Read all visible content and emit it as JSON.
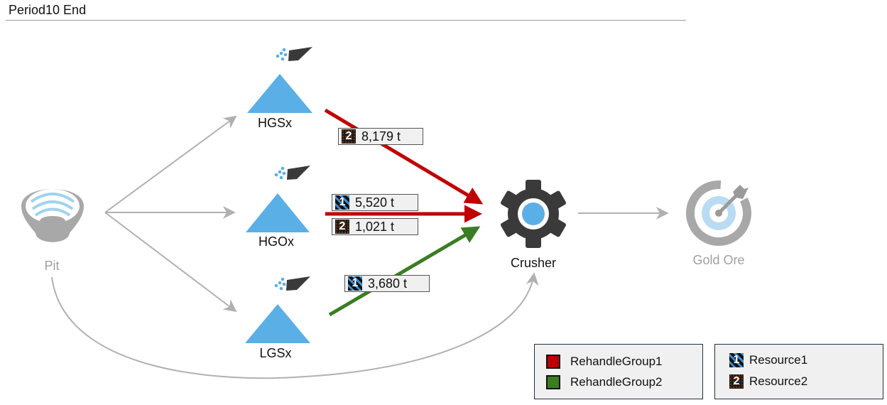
{
  "header": {
    "title": "Period10 End"
  },
  "colors": {
    "rehandle_group1": "#c00000",
    "rehandle_group2": "#3a7d22",
    "stockpile": "#5aafe6",
    "connector": "#b0b0b0",
    "crusher": "#3a3a3a"
  },
  "nodes": {
    "pit": {
      "label": "Pit",
      "icon": "pit-icon"
    },
    "hgsx": {
      "label": "HGSx",
      "icon": "stockpile-icon"
    },
    "hgox": {
      "label": "HGOx",
      "icon": "stockpile-icon"
    },
    "lgsx": {
      "label": "LGSx",
      "icon": "stockpile-icon"
    },
    "crusher": {
      "label": "Crusher",
      "icon": "gear-icon"
    },
    "gold_ore": {
      "label": "Gold Ore",
      "icon": "target-icon"
    }
  },
  "flows": [
    {
      "from": "HGSx",
      "to": "Crusher",
      "group": "RehandleGroup1",
      "resource": "2",
      "value": "8,179 t"
    },
    {
      "from": "HGOx",
      "to": "Crusher",
      "group": "RehandleGroup1",
      "resource": "1",
      "value": "5,520 t"
    },
    {
      "from": "HGOx",
      "to": "Crusher",
      "group": "RehandleGroup1",
      "resource": "2",
      "value": "1,021 t"
    },
    {
      "from": "LGSx",
      "to": "Crusher",
      "group": "RehandleGroup2",
      "resource": "1",
      "value": "3,680 t"
    }
  ],
  "legend_groups": [
    {
      "label": "RehandleGroup1",
      "color": "#c00000"
    },
    {
      "label": "RehandleGroup2",
      "color": "#3a7d22"
    }
  ],
  "legend_resources": [
    {
      "label": "Resource1",
      "badge": "1"
    },
    {
      "label": "Resource2",
      "badge": "2"
    }
  ]
}
